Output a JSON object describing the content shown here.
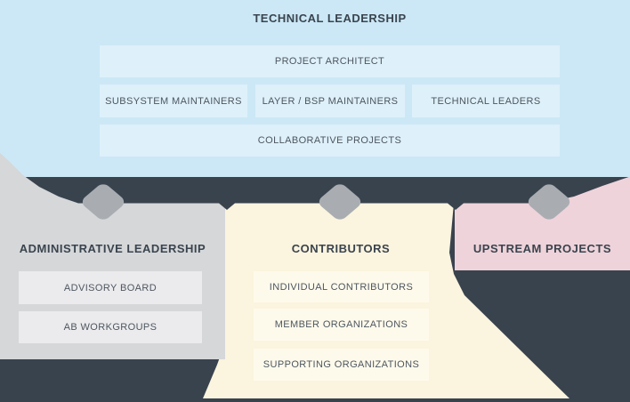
{
  "colors": {
    "background": "#39434e",
    "blue_band": "#cce8f6",
    "blue_box": "#def0fa",
    "gray_panel": "#d5d7d9",
    "gray_box": "#ebebed",
    "yellow_panel": "#fbf4de",
    "yellow_box": "#fefaeb",
    "pink_panel": "#efd3da",
    "diamond": "#a9adb2",
    "title_text": "#3a444e",
    "box_text": "#4d5660"
  },
  "technical_leadership": {
    "title": "TECHNICAL LEADERSHIP",
    "boxes": {
      "project_architect": "PROJECT ARCHITECT",
      "subsystem_maintainers": "SUBSYSTEM MAINTAINERS",
      "layer_bsp_maintainers": "LAYER / BSP MAINTAINERS",
      "technical_leaders": "TECHNICAL LEADERS",
      "collaborative_projects": "COLLABORATIVE PROJECTS"
    }
  },
  "administrative_leadership": {
    "title": "ADMINISTRATIVE LEADERSHIP",
    "boxes": {
      "advisory_board": "ADVISORY BOARD",
      "ab_workgroups": "AB WORKGROUPS"
    }
  },
  "contributors": {
    "title": "CONTRIBUTORS",
    "boxes": {
      "individual_contributors": "INDIVIDUAL CONTRIBUTORS",
      "member_organizations": "MEMBER ORGANIZATIONS",
      "supporting_organizations": "SUPPORTING ORGANIZATIONS"
    }
  },
  "upstream_projects": {
    "title": "UPSTREAM PROJECTS"
  }
}
